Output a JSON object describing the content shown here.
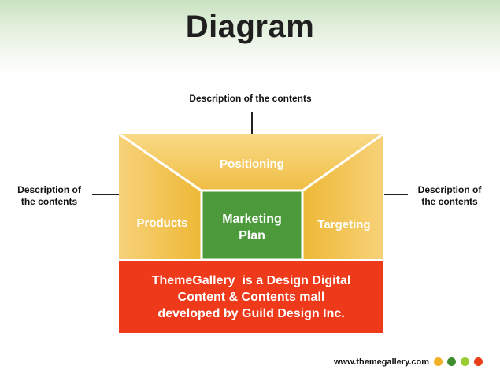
{
  "title": "Diagram",
  "descriptions": {
    "top": "Description of the contents",
    "left_line1": "Description of",
    "left_line2": "the contents",
    "right_line1": "Description of",
    "right_line2": "the contents"
  },
  "diagram": {
    "positioning": "Positioning",
    "products": "Products",
    "targeting": "Targeting",
    "center_line1": "Marketing",
    "center_line2": "Plan"
  },
  "footer": {
    "line1": "ThemeGallery  is a Design Digital",
    "line2": "Content & Contents mall",
    "line3": "developed by Guild Design Inc."
  },
  "website": "www.themegallery.com",
  "colors": {
    "yellow": "#f1bc3f",
    "green": "#4c9a3b",
    "red": "#ee3a1b",
    "dot1": "#f2b124",
    "dot2": "#3e8e2f",
    "dot3": "#9acd32",
    "dot4": "#e83e1a"
  }
}
